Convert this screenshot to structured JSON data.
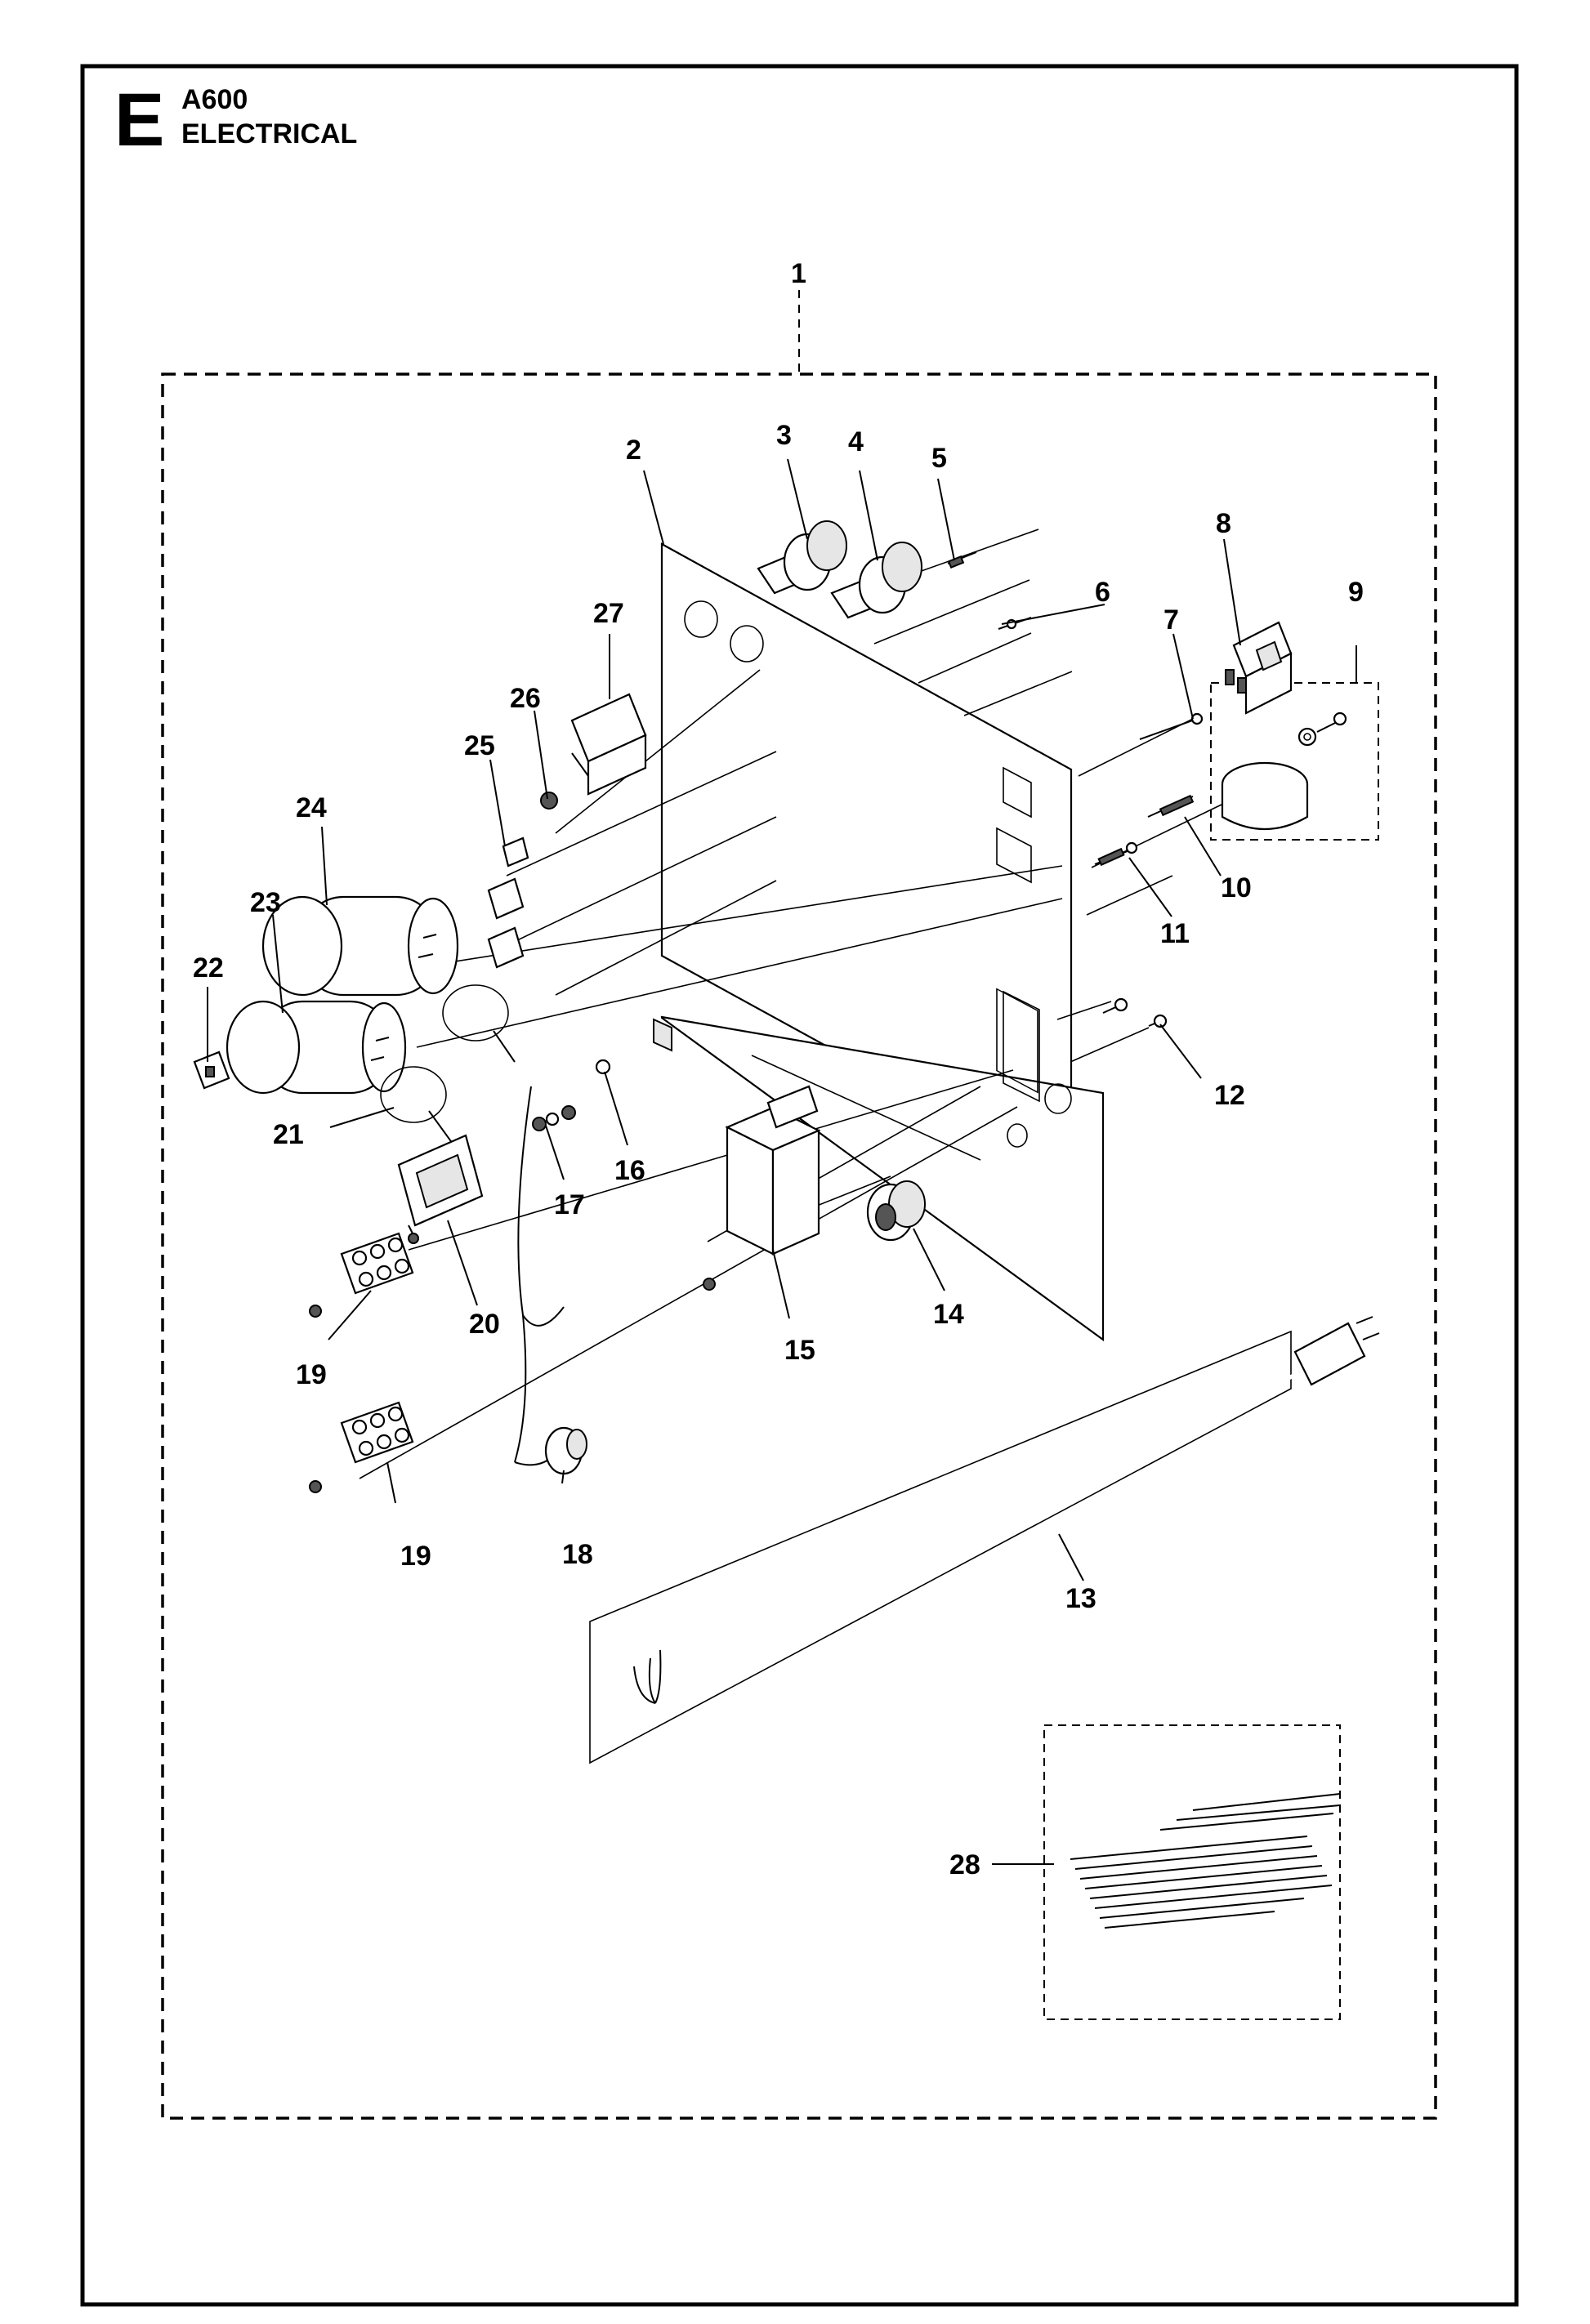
{
  "header": {
    "section_letter": "E",
    "model": "A600",
    "title": "ELECTRICAL"
  },
  "callouts": [
    {
      "id": "c1",
      "text": "1"
    },
    {
      "id": "c2",
      "text": "2"
    },
    {
      "id": "c3",
      "text": "3"
    },
    {
      "id": "c4",
      "text": "4"
    },
    {
      "id": "c5",
      "text": "5"
    },
    {
      "id": "c6",
      "text": "6"
    },
    {
      "id": "c7",
      "text": "7"
    },
    {
      "id": "c8",
      "text": "8"
    },
    {
      "id": "c9",
      "text": "9"
    },
    {
      "id": "c10",
      "text": "10"
    },
    {
      "id": "c11",
      "text": "11"
    },
    {
      "id": "c12",
      "text": "12"
    },
    {
      "id": "c13",
      "text": "13"
    },
    {
      "id": "c14",
      "text": "14"
    },
    {
      "id": "c15",
      "text": "15"
    },
    {
      "id": "c16",
      "text": "16"
    },
    {
      "id": "c17",
      "text": "17"
    },
    {
      "id": "c18",
      "text": "18"
    },
    {
      "id": "c19a",
      "text": "19"
    },
    {
      "id": "c19b",
      "text": "19"
    },
    {
      "id": "c20",
      "text": "20"
    },
    {
      "id": "c21",
      "text": "21"
    },
    {
      "id": "c22",
      "text": "22"
    },
    {
      "id": "c23",
      "text": "23"
    },
    {
      "id": "c24",
      "text": "24"
    },
    {
      "id": "c25",
      "text": "25"
    },
    {
      "id": "c26",
      "text": "26"
    },
    {
      "id": "c27",
      "text": "27"
    },
    {
      "id": "c28",
      "text": "28"
    }
  ]
}
